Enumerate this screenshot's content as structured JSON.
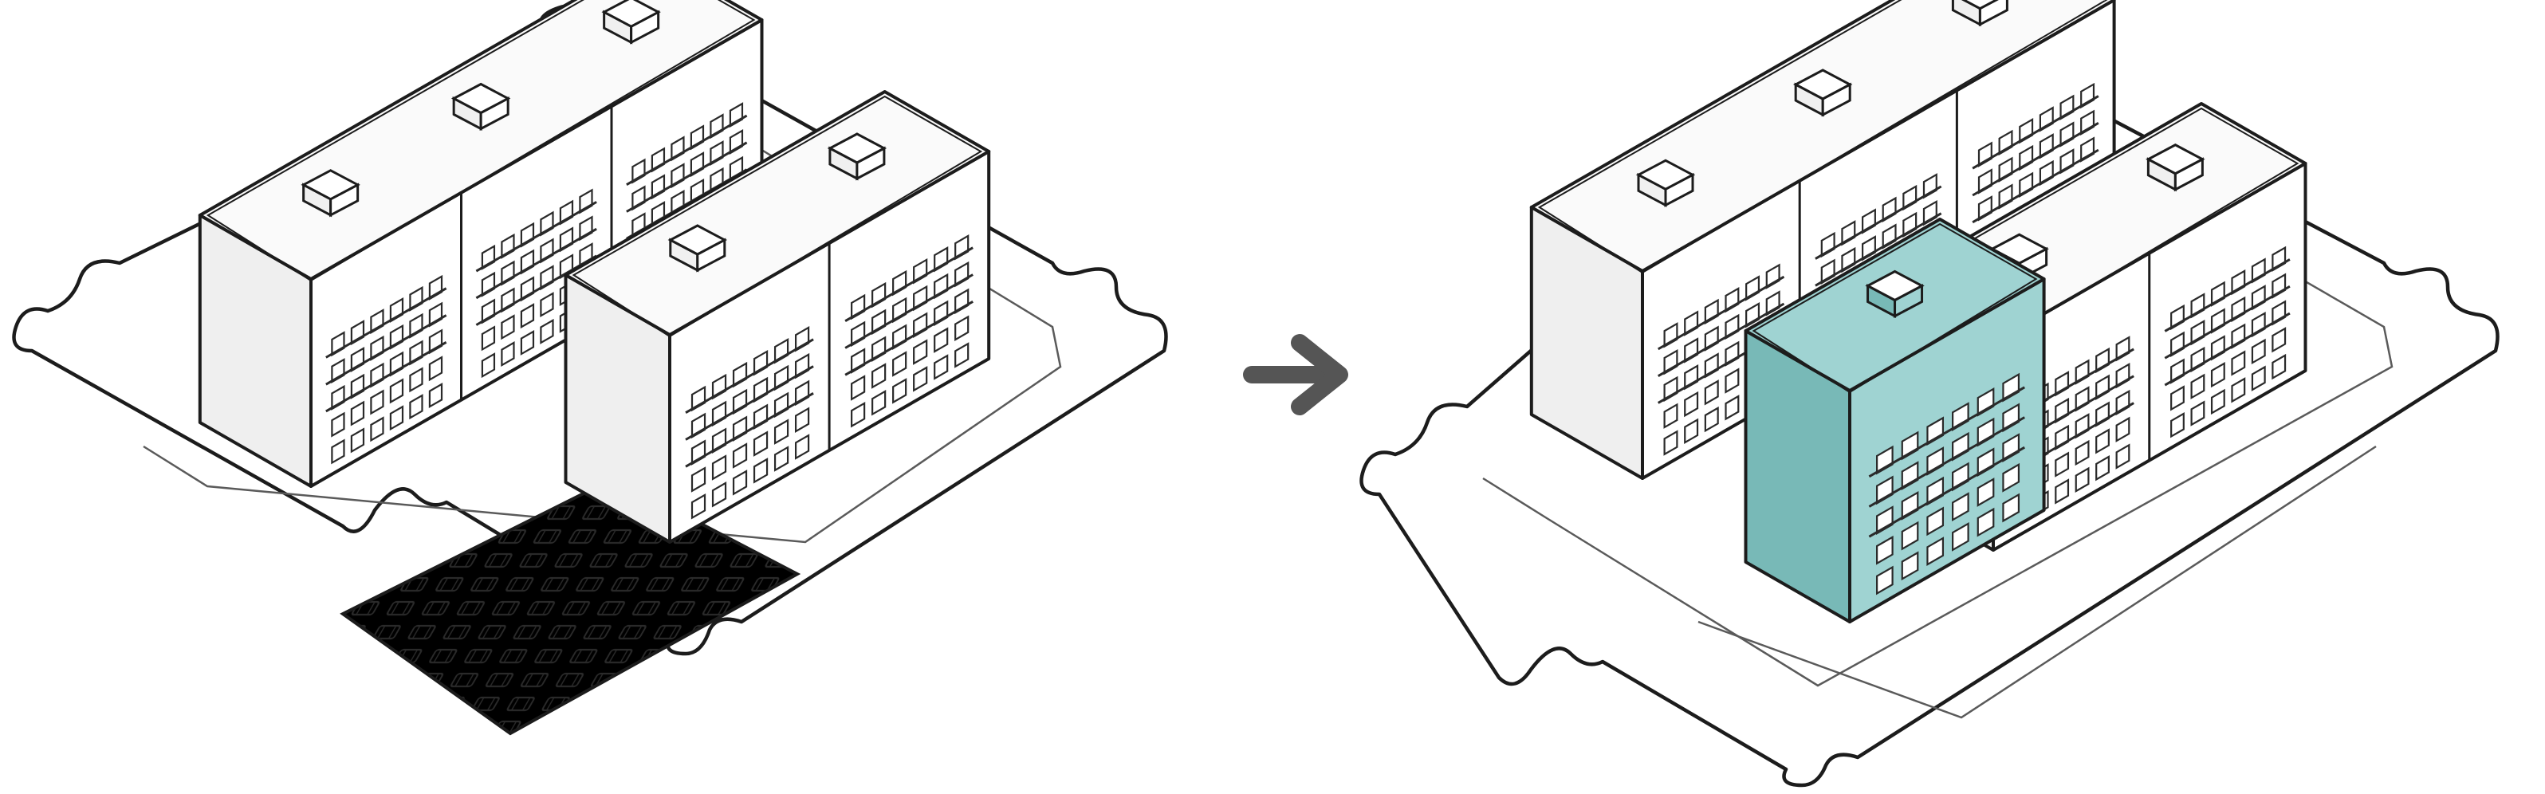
{
  "diagram": {
    "type": "isometric-urban-infill-diagram",
    "panels": [
      {
        "id": "before",
        "highlight": "surface-parking-lot"
      },
      {
        "id": "after",
        "highlight": "infill-apartment-building"
      }
    ],
    "connector": {
      "icon": "arrow-right-icon",
      "direction": "right"
    }
  },
  "colors": {
    "highlight_fill": "#9fd3d2",
    "highlight_fill_dark": "#78b9b7",
    "outline": "#1c1c1c",
    "arrow": "#555555",
    "building_fill": "#f6f6f6"
  }
}
